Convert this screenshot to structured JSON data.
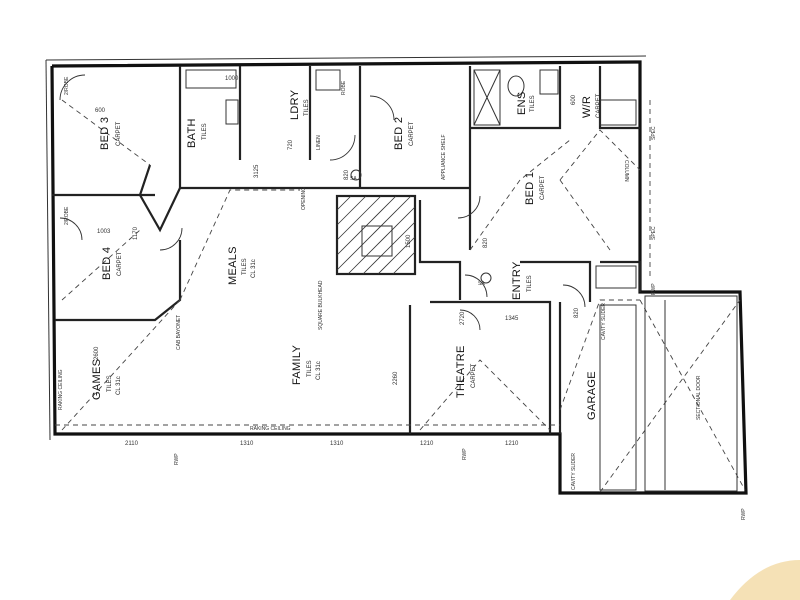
{
  "rooms": {
    "bed3": {
      "name": "BED 3",
      "sub": "CARPET"
    },
    "bath": {
      "name": "BATH",
      "sub": "TILES"
    },
    "ldry": {
      "name": "LDRY",
      "sub": "TILES"
    },
    "bed2": {
      "name": "BED 2",
      "sub": "CARPET"
    },
    "ens": {
      "name": "ENS",
      "sub": "TILES"
    },
    "wir": {
      "name": "W/R",
      "sub": "CARPET"
    },
    "bed1": {
      "name": "BED 1",
      "sub": "CARPET"
    },
    "bed4": {
      "name": "BED 4",
      "sub": "CARPET"
    },
    "meals": {
      "name": "MEALS",
      "sub": "TILES",
      "ceiling": "CL 31c"
    },
    "games": {
      "name": "GAMES",
      "sub": "TILES",
      "ceiling": "CL 31c"
    },
    "family": {
      "name": "FAMILY",
      "sub": "TILES",
      "ceiling": "CL 31c"
    },
    "entry": {
      "name": "ENTRY",
      "sub": "TILES"
    },
    "theatre": {
      "name": "THEATRE",
      "sub": "CARPET"
    },
    "garage": {
      "name": "GARAGE",
      "sub": ""
    }
  },
  "labels": {
    "robe1": "ROBE",
    "robe3": "2/ROBE",
    "robe4": "2/ROBE",
    "linen": "LINEN",
    "opening": "OPENING",
    "squarebulkhead": "SQUARE BULKHEAD",
    "cabinet": "CAB BAYONET",
    "ceiling1": "RAKING CEILING",
    "ceiling2": "RAKING CEILING",
    "appliance": "APPLIANCE SHELF",
    "sectional": "SECTIONAL DOOR",
    "cavity1": "CAVITY SLIDER",
    "cavity2": "CAVITY SLIDER",
    "rwp1": "RWP",
    "rwp2": "RWP",
    "rwp3": "RWP",
    "rwp4": "RWP",
    "sa1": "SA",
    "sa2": "SA",
    "column": "COLUMN",
    "spec1": "SPEC",
    "spec2": "SPEC"
  },
  "dims": {
    "d1": "600",
    "d2": "1000",
    "d3": "3125",
    "d4": "820",
    "d5": "1500",
    "d6": "820",
    "d7": "1003",
    "d8": "1170",
    "d9": "2600",
    "d10": "2110",
    "d11": "1310",
    "d12": "1310",
    "d13": "1210",
    "d14": "1210",
    "d15": "2720",
    "d16": "1345",
    "d17": "2260",
    "d18": "820",
    "d19": "720",
    "d20": "600"
  },
  "watermark": {
    "color": "#f3d9a4"
  }
}
